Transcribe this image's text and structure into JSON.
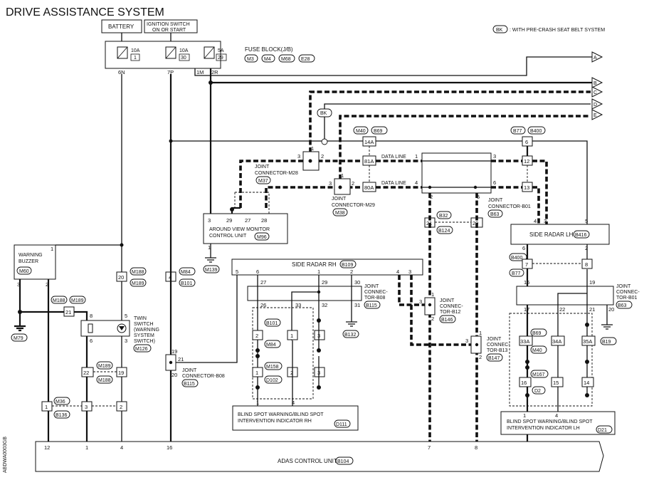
{
  "title": "DRIVE ASSISTANCE SYSTEM",
  "legend": {
    "code": "BK",
    "text": ": WITH PRE-CRASH SEAT BELT SYSTEM"
  },
  "sidecode": "ABDWA0003GB",
  "battery": "BATTERY",
  "ignition": {
    "l1": "IGNITION SWITCH",
    "l2": "ON OR START"
  },
  "fuse": {
    "title": "FUSE BLOCK(J/B)",
    "codes": [
      "M3",
      "M4",
      "M68",
      "E28"
    ],
    "f1": {
      "amp": "10A",
      "num": "1"
    },
    "f2": {
      "amp": "10A",
      "num": "30"
    },
    "f3": {
      "amp": "5A",
      "num": "29"
    },
    "pins": [
      "6N",
      "7P",
      "1M",
      "2R"
    ]
  },
  "arrows": [
    "A",
    "B",
    "C",
    "D",
    "E"
  ],
  "data_line": "DATA LINE",
  "jc_m28": {
    "l1": "JOINT",
    "l2": "CONNECTOR-M28",
    "code": "M37",
    "p3": "3",
    "p1": "1",
    "p2": "2"
  },
  "jc_m29": {
    "l1": "JOINT",
    "l2": "CONNECTOR-M29",
    "code": "M38",
    "p3": "3",
    "p1": "1",
    "p2": "2"
  },
  "jc_b01": {
    "l1": "JOINT",
    "l2": "CONNECTOR-B01",
    "code": "B63",
    "p1": "1",
    "p3": "3",
    "p4": "4",
    "p6": "6",
    "p2": "2",
    "p5": "5"
  },
  "c_m40": "M40",
  "c_b69": "B69",
  "c_b77": "B77",
  "c_b400": "B400",
  "p14a": "14A",
  "p81a": "81A",
  "p80a": "80A",
  "p6": "6",
  "p12": "12",
  "p13": "13",
  "avm": {
    "l1": "AROUND VIEW MONITOR",
    "l2": "CONTROL UNIT",
    "code": "M96",
    "pins": [
      "3",
      "29",
      "27",
      "28"
    ],
    "p1": "1"
  },
  "g_m139": "M139",
  "buzzer": {
    "l1": "WARNING",
    "l2": "BUZZER",
    "code": "M60",
    "p3": "3",
    "p2": "2",
    "p1": "1"
  },
  "g_m79": "M79",
  "c_m188": "M188",
  "c_m189": "M189",
  "p20": "20",
  "p4": "4",
  "p21": "21",
  "p22": "22",
  "p19": "19",
  "p1": "1",
  "p3": "3",
  "p2": "2",
  "c_m84": "M84",
  "c_b101": "B101",
  "twin": {
    "l1": "TWIN",
    "l2": "SWITCH",
    "l3": "(WARNING",
    "l4": "SYSTEM",
    "l5": "SWITCH)",
    "code": "M126",
    "p8": "8",
    "p5": "5",
    "p6": "6",
    "p3": "3"
  },
  "c_m36": "M36",
  "c_b136": "B136",
  "jc_b08_l": {
    "l1": "JOINT",
    "l2": "CONNECTOR-B08",
    "code": "B115",
    "p19": "19",
    "p21": "21",
    "p20": "20"
  },
  "radar_rh": {
    "label": "SIDE RADAR RH",
    "code": "B109",
    "pins": [
      "5",
      "6",
      "1",
      "2",
      "4",
      "3"
    ]
  },
  "jc_b08_r": {
    "l1": "JOINT",
    "l2": "CONNEC-",
    "l3": "TOR-B08",
    "code": "B115",
    "pins": [
      "27",
      "29",
      "30",
      "26",
      "33",
      "32",
      "31"
    ]
  },
  "g_b132": "B132",
  "c_m158": "M158",
  "c_d102": "D102",
  "bsw_rh": {
    "l1": "BLIND SPOT WARNING/BLIND SPOT",
    "l2": "INTERVENTION INDICATOR RH",
    "code": "D111",
    "p1": "1",
    "p4": "4"
  },
  "c_b32": "B32",
  "c_b124": "B124",
  "jc_b12": {
    "l1": "JOINT",
    "l2": "CONNEC-",
    "l3": "TOR-B12",
    "code": "B146",
    "p3": "3",
    "p1": "1",
    "p2": "2"
  },
  "jc_b13": {
    "l1": "JOINT",
    "l2": "CONNEC-",
    "l3": "TOR-B13",
    "code": "B147",
    "p3": "3",
    "p1": "1",
    "p2": "2"
  },
  "radar_lh": {
    "label": "SIDE RADAR LH",
    "code": "B416",
    "pins": [
      "4",
      "3",
      "5",
      "6",
      "2"
    ]
  },
  "p7": "7",
  "p8": "8",
  "jc_b01_r": {
    "l1": "JOINT",
    "l2": "CONNEC-",
    "l3": "TOR-B01",
    "code": "B63",
    "pins": [
      "16",
      "19",
      "17",
      "22",
      "21",
      "20"
    ]
  },
  "g_b19": "B19",
  "p33a": "33A",
  "p34a": "34A",
  "p35a": "35A",
  "c_m167": "M167",
  "c_d2": "D2",
  "p16": "16",
  "p15": "15",
  "p14": "14",
  "bsw_lh": {
    "l1": "BLIND SPOT WARNING/BLIND SPOT",
    "l2": "INTERVENTION INDICATOR LH",
    "code": "D21",
    "p1": "1",
    "p4": "4"
  },
  "adas": {
    "label": "ADAS CONTROL UNIT",
    "code": "B104",
    "pins": [
      "12",
      "1",
      "4",
      "16",
      "7",
      "8"
    ]
  }
}
